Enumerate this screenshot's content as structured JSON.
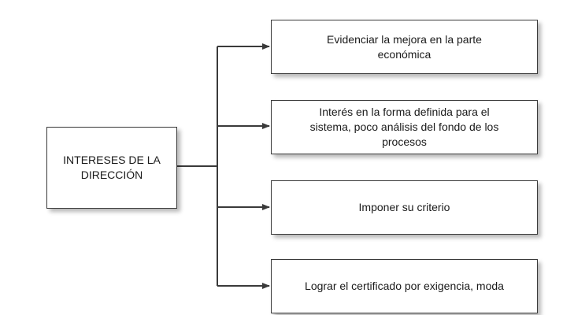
{
  "root": {
    "label": "INTERESES DE LA\nDIRECCIÓN"
  },
  "branches": [
    {
      "label": "Evidenciar la mejora en la parte\neconómica"
    },
    {
      "label": "Interés en la forma definida para el\nsistema, poco análisis del fondo de los\nprocesos"
    },
    {
      "label": "Imponer su criterio"
    },
    {
      "label": "Lograr el certificado por exigencia, moda"
    }
  ],
  "colors": {
    "line": "#3a3a3a",
    "box_border": "#3a3a3a",
    "text": "#1a1a1a"
  }
}
